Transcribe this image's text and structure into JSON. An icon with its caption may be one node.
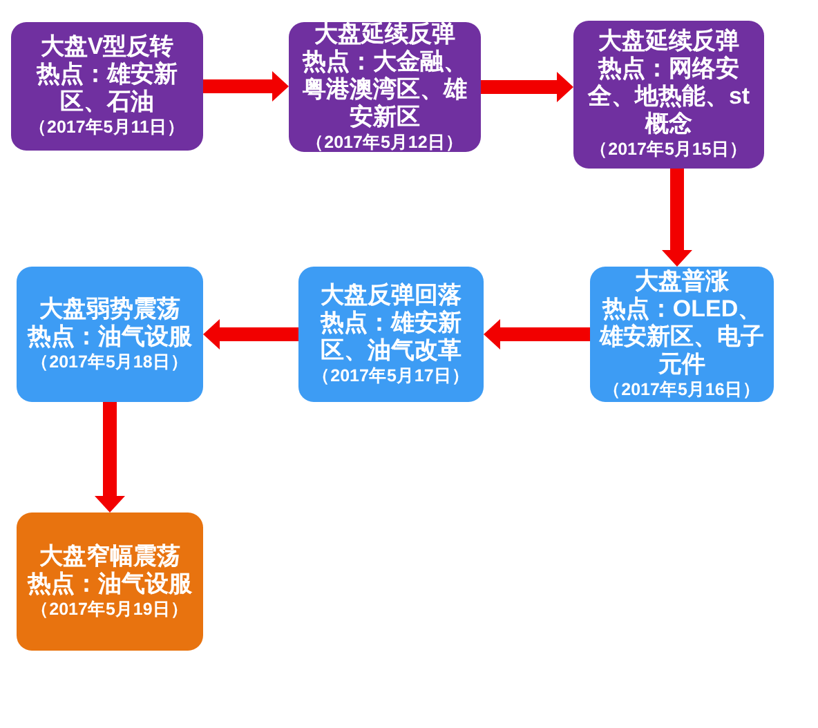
{
  "diagram": {
    "nodes": [
      {
        "text": [
          "大盘V型反转",
          "热点：雄安新区、石油",
          "（2017年5月11日）"
        ]
      },
      {
        "text": [
          "大盘延续反弹",
          "热点：大金融、粤港澳湾区、雄安新区",
          "（2017年5月12日）"
        ]
      },
      {
        "text": [
          "大盘延续反弹",
          "热点：网络安全、地热能、st概念",
          "（2017年5月15日）"
        ]
      },
      {
        "text": [
          "大盘普涨",
          "热点：OLED、雄安新区、电子元件",
          "（2017年5月16日）"
        ]
      },
      {
        "text": [
          "大盘反弹回落",
          "热点：雄安新区、油气改革",
          "（2017年5月17日）"
        ]
      },
      {
        "text": [
          "大盘弱势震荡",
          "热点：油气设服",
          "（2017年5月18日）"
        ]
      },
      {
        "text": [
          "大盘窄幅震荡",
          "热点：油气设服",
          "（2017年5月19日）"
        ]
      }
    ],
    "edges": [
      {
        "from": 0,
        "to": 1,
        "arrow": "to"
      },
      {
        "from": 1,
        "to": 2,
        "arrow": "to"
      },
      {
        "from": 2,
        "to": 3,
        "arrow": "to"
      },
      {
        "from": 3,
        "to": 4,
        "arrow": "to"
      },
      {
        "from": 4,
        "to": 5,
        "arrow": "to"
      },
      {
        "from": 5,
        "to": 6,
        "arrow": "to"
      }
    ]
  }
}
